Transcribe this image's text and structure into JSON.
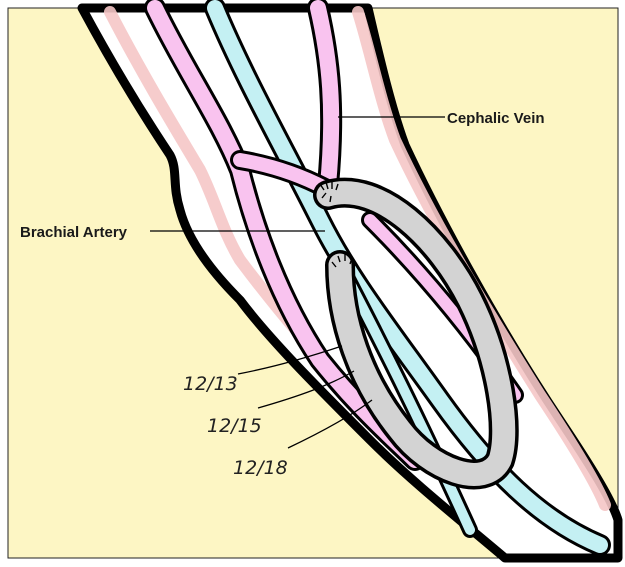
{
  "labels": {
    "cephalic_vein": "Cephalic Vein",
    "brachial_artery": "Brachial Artery"
  },
  "handwritten": [
    "12/13",
    "12/15",
    "12/18"
  ],
  "colors": {
    "background": "#fdf6c4",
    "skin": "#ffffff",
    "outline": "#000000",
    "vein": "#f9c3ef",
    "artery": "#c4f0f3",
    "graft": "#d3d3d3",
    "shading": "#f5c7c7"
  }
}
